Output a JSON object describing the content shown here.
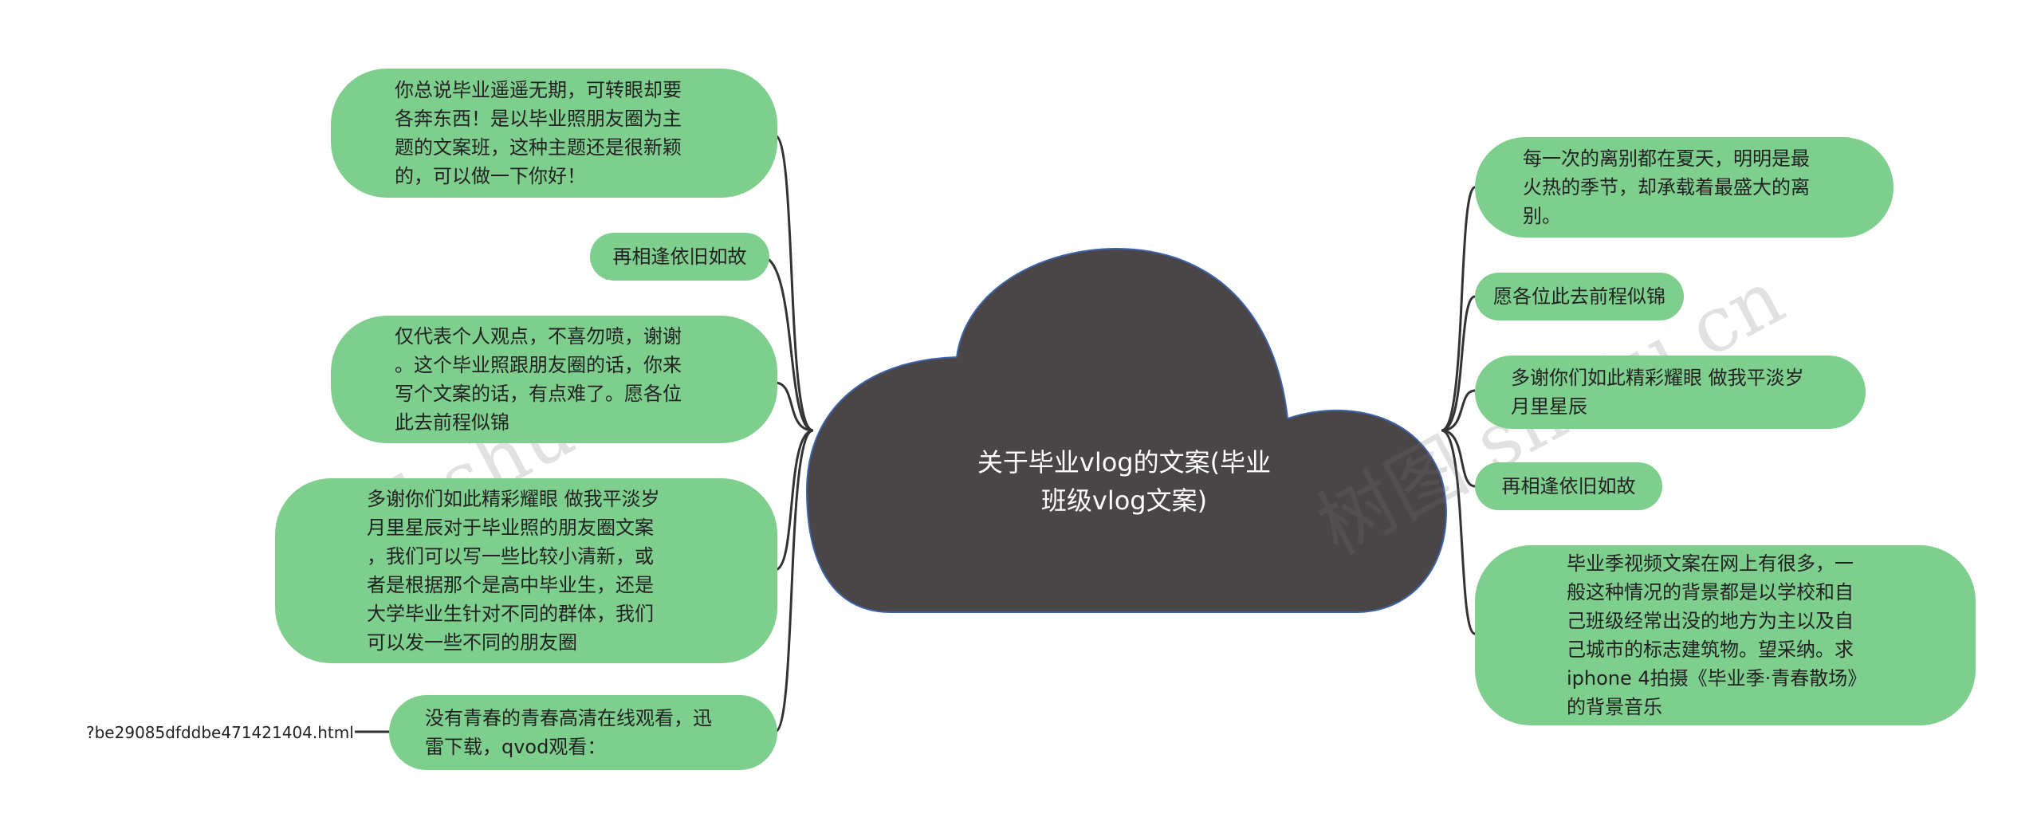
{
  "center": {
    "title": "关于毕业vlog的文案(毕业\n班级vlog文案)"
  },
  "left_nodes": [
    {
      "text": "你总说毕业遥遥无期，可转眼却要\n各奔东西！是以毕业照朋友圈为主\n题的文案班，这种主题还是很新颖\n的，可以做一下你好！"
    },
    {
      "text": "再相逢依旧如故"
    },
    {
      "text": "仅代表个人观点，不喜勿喷，谢谢\n。这个毕业照跟朋友圈的话，你来\n写个文案的话，有点难了。愿各位\n此去前程似锦"
    },
    {
      "text": "多谢你们如此精彩耀眼 做我平淡岁\n月里星辰对于毕业照的朋友圈文案\n，我们可以写一些比较小清新，或\n者是根据那个是高中毕业生，还是\n大学毕业生针对不同的群体，我们\n可以发一些不同的朋友圈"
    },
    {
      "text": "没有青春的青春高清在线观看，迅\n雷下载，qvod观看："
    }
  ],
  "right_nodes": [
    {
      "text": "每一次的离别都在夏天，明明是最\n火热的季节，却承载着最盛大的离\n别。"
    },
    {
      "text": "愿各位此去前程似锦"
    },
    {
      "text": "多谢你们如此精彩耀眼 做我平淡岁\n月里星辰"
    },
    {
      "text": "再相逢依旧如故"
    },
    {
      "text": "毕业季视频文案在网上有很多，一\n般这种情况的背景都是以学校和自\n己班级经常出没的地方为主以及自\n己城市的标志建筑物。望采纳。求\niphone 4拍摄《毕业季·青春散场》\n的背景音乐"
    }
  ],
  "link": {
    "text": "?be29085dfddbe471421404.html"
  },
  "watermarks": [
    "树图 shutu.cn",
    "树图 shutu.cn"
  ],
  "colors": {
    "node": "#7ece8e",
    "cloud": "#4a4546",
    "connector": "#333333"
  }
}
